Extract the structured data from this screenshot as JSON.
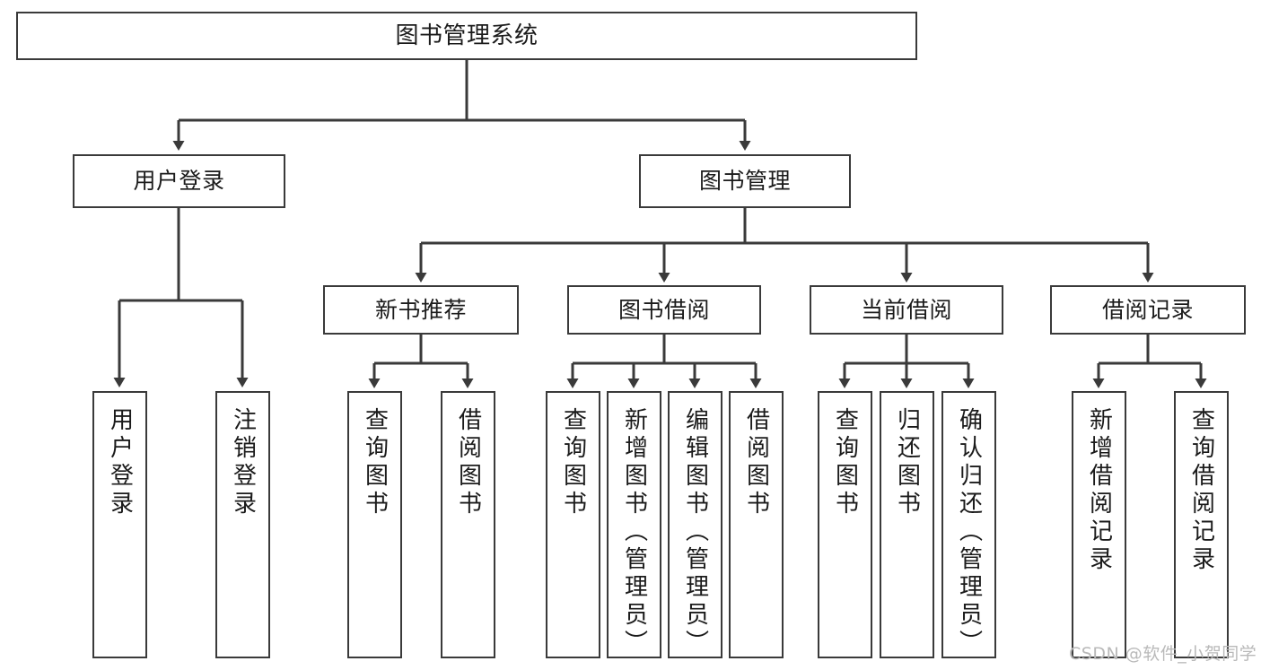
{
  "diagram": {
    "title": "图书管理系统",
    "type": "tree-hierarchy",
    "background_color": "#ffffff",
    "line_color": "#3a3a3a",
    "text_color": "#1b1b1b",
    "watermark": "CSDN @软件_小贺同学",
    "nodes": {
      "root": "图书管理系统",
      "user_login": "用户登录",
      "book_manage": "图书管理",
      "new_book_rec": "新书推荐",
      "book_borrow": "图书借阅",
      "current_borrow": "当前借阅",
      "borrow_record": "借阅记录",
      "leaf_user_login": "用户登录",
      "leaf_logout": "注销登录",
      "leaf_query_book_1": "查询图书",
      "leaf_borrow_book_1": "借阅图书",
      "leaf_query_book_2": "查询图书",
      "leaf_add_book_admin": "新增图书（管理员）",
      "leaf_edit_book_admin": "编辑图书（管理员）",
      "leaf_borrow_book_2": "借阅图书",
      "leaf_query_book_3": "查询图书",
      "leaf_return_book": "归还图书",
      "leaf_confirm_return_admin": "确认归还（管理员）",
      "leaf_add_record": "新增借阅记录",
      "leaf_query_record": "查询借阅记录"
    }
  }
}
